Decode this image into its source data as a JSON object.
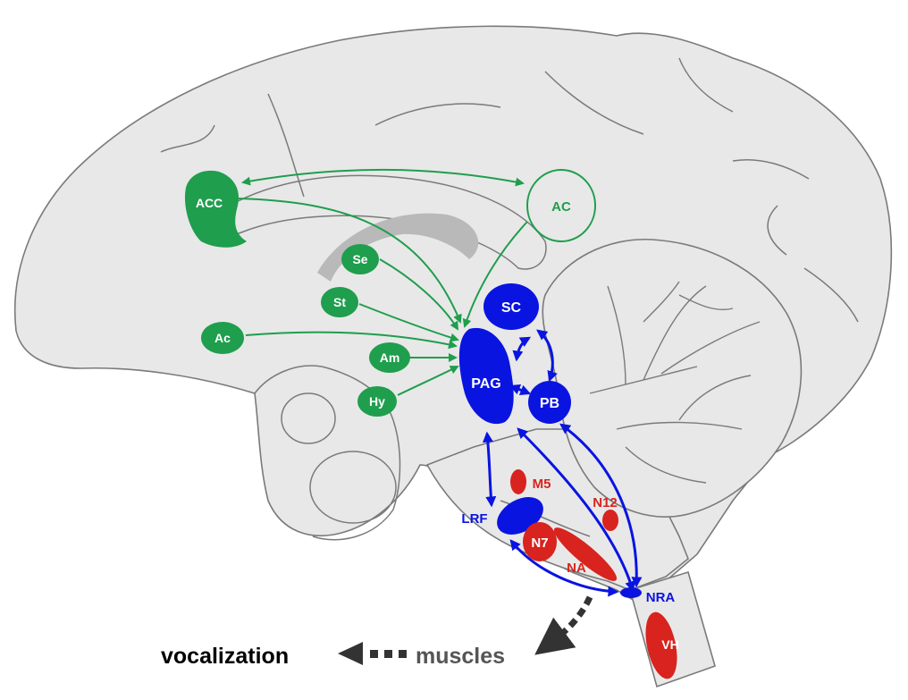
{
  "colors": {
    "forebrain": "#1f9e4d",
    "midbrain_pons": "#0a14e0",
    "motor_nuclei": "#d8231e",
    "output": "#333333"
  },
  "regions": {
    "acc": "ACC",
    "ac": "AC",
    "se": "Se",
    "st": "St",
    "ac_lower": "Ac",
    "am": "Am",
    "hy": "Hy",
    "sc": "SC",
    "pag": "PAG",
    "pb": "PB",
    "lrf": "LRF",
    "m5": "M5",
    "n12": "N12",
    "n7": "N7",
    "na": "NA",
    "nra": "NRA",
    "vh": "VH"
  },
  "output_labels": {
    "vocalization": "vocalization",
    "muscles": "muscles"
  }
}
